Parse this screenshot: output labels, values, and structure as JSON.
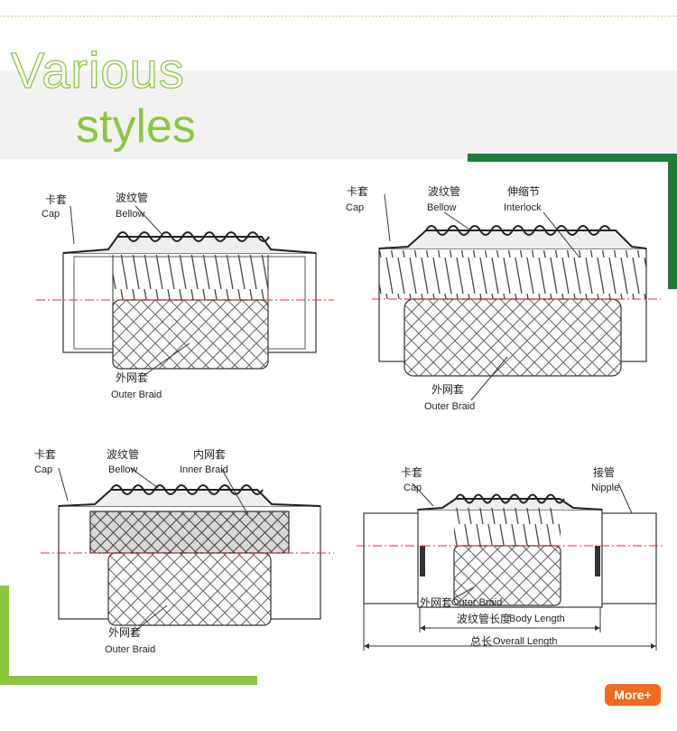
{
  "header": {
    "title_line1": "Various",
    "title_line2": "styles"
  },
  "diagrams": [
    {
      "labels": {
        "cap_cn": "卡套",
        "cap_en": "Cap",
        "bellow_cn": "波纹管",
        "bellow_en": "Bellow",
        "braid_cn": "外网套",
        "braid_en": "Outer Braid"
      }
    },
    {
      "labels": {
        "cap_cn": "卡套",
        "cap_en": "Cap",
        "bellow_cn": "波纹管",
        "bellow_en": "Bellow",
        "interlock_cn": "伸缩节",
        "interlock_en": "Interlock",
        "braid_cn": "外网套",
        "braid_en": "Outer Braid"
      }
    },
    {
      "labels": {
        "cap_cn": "卡套",
        "cap_en": "Cap",
        "bellow_cn": "波纹管",
        "bellow_en": "Bellow",
        "inner_cn": "内网套",
        "inner_en": "Inner Braid",
        "braid_cn": "外网套",
        "braid_en": "Outer Braid"
      }
    },
    {
      "labels": {
        "cap_cn": "卡套",
        "cap_en": "Cap",
        "nipple_cn": "接管",
        "nipple_en": "Nipple",
        "braid_cn": "外网套",
        "braid_en": "Outer Braid",
        "body_cn": "波纹管长度",
        "body_en": "Body Length",
        "overall_cn": "总长",
        "overall_en": "Overall Length"
      }
    }
  ],
  "more_button": {
    "label": "More+"
  },
  "colors": {
    "accent_green": "#8cc63f",
    "dark_green": "#1e7a36",
    "button_orange": "#f26a1b"
  }
}
